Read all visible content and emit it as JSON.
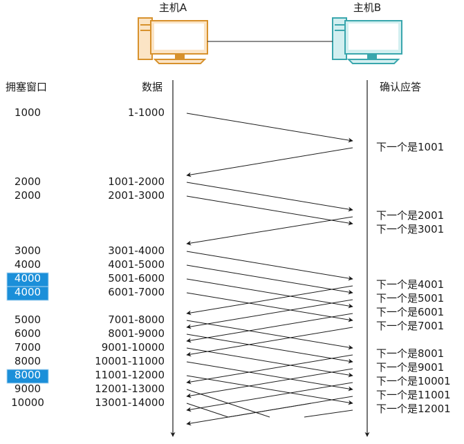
{
  "host_a": {
    "label": "主机A",
    "color": "#d7912c"
  },
  "host_b": {
    "label": "主机B",
    "color": "#39a6ad"
  },
  "headers": {
    "cwnd": "拥塞窗口",
    "data": "数据",
    "ack": "确认应答"
  },
  "rows": [
    {
      "cwnd": "1000",
      "data": "1-1000",
      "highlight": false
    },
    {
      "cwnd": "2000",
      "data": "1001-2000",
      "highlight": false
    },
    {
      "cwnd": "2000",
      "data": "2001-3000",
      "highlight": false
    },
    {
      "cwnd": "3000",
      "data": "3001-4000",
      "highlight": false
    },
    {
      "cwnd": "4000",
      "data": "4001-5000",
      "highlight": false
    },
    {
      "cwnd": "4000",
      "data": "5001-6000",
      "highlight": true
    },
    {
      "cwnd": "4000",
      "data": "6001-7000",
      "highlight": true
    },
    {
      "cwnd": "5000",
      "data": "7001-8000",
      "highlight": false
    },
    {
      "cwnd": "6000",
      "data": "8001-9000",
      "highlight": false
    },
    {
      "cwnd": "7000",
      "data": "9001-10000",
      "highlight": false
    },
    {
      "cwnd": "8000",
      "data": "10001-11000",
      "highlight": false
    },
    {
      "cwnd": "8000",
      "data": "11001-12000",
      "highlight": true
    },
    {
      "cwnd": "9000",
      "data": "12001-13000",
      "highlight": false
    },
    {
      "cwnd": "10000",
      "data": "13001-14000",
      "highlight": false
    }
  ],
  "acks": [
    "下一个是1001",
    "下一个是2001",
    "下一个是3001",
    "下一个是4001",
    "下一个是5001",
    "下一个是6001",
    "下一个是7001",
    "下一个是8001",
    "下一个是9001",
    "下一个是10001",
    "下一个是11001",
    "下一个是12001"
  ],
  "colors": {
    "highlight": "#1b8fd9",
    "line": "#1a1a1a"
  }
}
